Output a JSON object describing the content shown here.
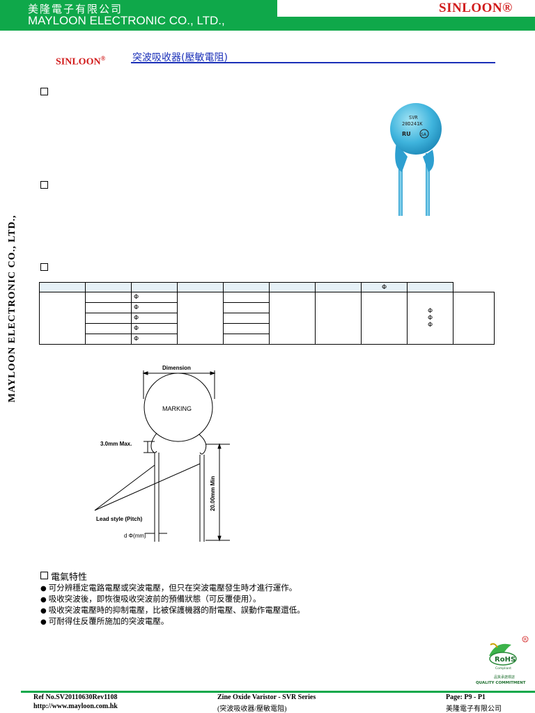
{
  "header": {
    "company_cn": "美隆電子有限公司",
    "company_en": "MAYLOON ELECTRONIC CO., LTD.,",
    "logo": "SINLOON®"
  },
  "side_text": "MAYLOON ELECTRONIC CO., LTD.,",
  "title": {
    "brand": "SINLOON",
    "brand_mark": "®",
    "product": "突波吸收器(壓敏電阻)"
  },
  "photo": {
    "marking_line1": "SVR",
    "marking_line2": "20D241K",
    "cert1": "RU",
    "cert2": "SA"
  },
  "table": {
    "phi": "Φ",
    "rows": 5
  },
  "drawing": {
    "dimension": "Dimension",
    "marking": "MARKING",
    "max_height": "3.0mm Max.",
    "lead_style": "Lead style (Pitch)",
    "min_length": "20.00mm Min",
    "lead_dia": "d Φ(mm)"
  },
  "electrical": {
    "title": "電氣特性",
    "bullets": [
      "可分辨穩定電路電壓或突波電壓，但只在突波電壓發生時才進行運作。",
      "吸收突波後，即恢復吸收突波前的預備狀態（可反覆使用）。",
      "吸收突波電壓時的抑制電壓，比被保護機器的耐電壓、誤動作電壓還低。",
      "可耐得住反覆所施加的突波電壓。"
    ]
  },
  "rohs": {
    "label": "RoHS",
    "sub": "Compliant",
    "cn": "品質承諾標誌",
    "en": "QUALITY COMMITMENT"
  },
  "footer": {
    "ref": "Ref No.SV20110630Rev1108",
    "url": "http://www.mayloon.com.hk",
    "series": "Zine Oxide Varistor - SVR Series",
    "series_cn": "(突波吸收器/壓敏電阻)",
    "page": "Page: P9 - P1",
    "company_cn": "美隆電子有限公司"
  },
  "colors": {
    "brand_green": "#0fa84a",
    "logo_red": "#d11b1b",
    "title_blue": "#1a2fb8"
  }
}
